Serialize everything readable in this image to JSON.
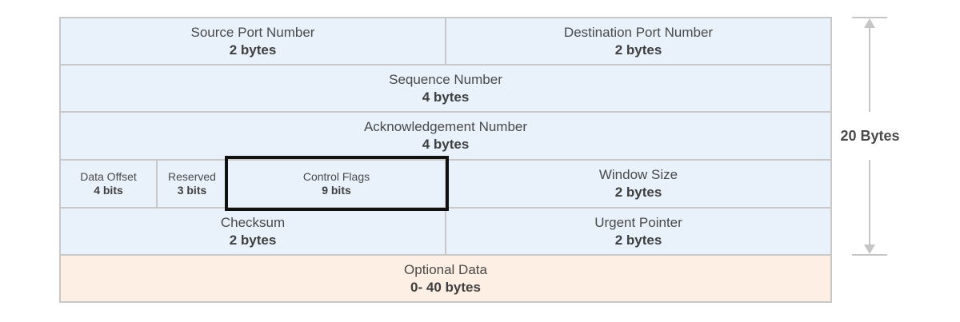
{
  "header": {
    "fields": [
      {
        "id": "source-port",
        "name": "Source Port Number",
        "size": "2 bytes"
      },
      {
        "id": "destination-port",
        "name": "Destination Port Number",
        "size": "2 bytes"
      },
      {
        "id": "sequence-number",
        "name": "Sequence Number",
        "size": "4 bytes"
      },
      {
        "id": "acknowledgement-number",
        "name": "Acknowledgement Number",
        "size": "4 bytes"
      },
      {
        "id": "data-offset",
        "name": "Data Offset",
        "size": "4 bits"
      },
      {
        "id": "reserved",
        "name": "Reserved",
        "size": "3 bits"
      },
      {
        "id": "control-flags",
        "name": "Control Flags",
        "size": "9 bits"
      },
      {
        "id": "window-size",
        "name": "Window Size",
        "size": "2 bytes"
      },
      {
        "id": "checksum",
        "name": "Checksum",
        "size": "2 bytes"
      },
      {
        "id": "urgent-pointer",
        "name": "Urgent Pointer",
        "size": "2 bytes"
      },
      {
        "id": "optional-data",
        "name": "Optional Data",
        "size": "0- 40 bytes"
      }
    ],
    "highlighted_field": "control-flags"
  },
  "dimension": {
    "label": "20 Bytes"
  },
  "colors": {
    "field_fill": "#e9f1fb",
    "optional_fill": "#fdefe3",
    "border": "#c8c8c8",
    "highlight_border": "#111111",
    "text": "#4a4a4a"
  }
}
